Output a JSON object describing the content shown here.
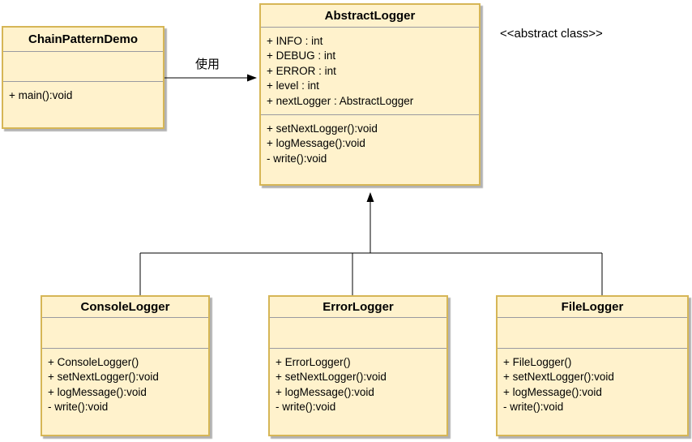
{
  "labels": {
    "use": "使用",
    "stereotype": "<<abstract class>>"
  },
  "colors": {
    "box_fill": "#FFF2CC",
    "box_border": "#D6B656",
    "separator": "#9A9AA0",
    "connector": "#000000"
  },
  "classes": {
    "chain_pattern_demo": {
      "title": "ChainPatternDemo",
      "attributes": [],
      "methods": [
        "+ main():void"
      ]
    },
    "abstract_logger": {
      "title": "AbstractLogger",
      "attributes": [
        "+ INFO : int",
        "+ DEBUG : int",
        "+ ERROR : int",
        "+ level : int",
        "+ nextLogger : AbstractLogger"
      ],
      "methods": [
        "+ setNextLogger():void",
        "+ logMessage():void",
        "- write():void"
      ]
    },
    "console_logger": {
      "title": "ConsoleLogger",
      "attributes": [],
      "methods": [
        "+ ConsoleLogger()",
        "+ setNextLogger():void",
        "+ logMessage():void",
        "- write():void"
      ]
    },
    "error_logger": {
      "title": "ErrorLogger",
      "attributes": [],
      "methods": [
        "+ ErrorLogger()",
        "+ setNextLogger():void",
        "+ logMessage():void",
        "- write():void"
      ]
    },
    "file_logger": {
      "title": "FileLogger",
      "attributes": [],
      "methods": [
        "+ FileLogger()",
        "+ setNextLogger():void",
        "+ logMessage():void",
        "- write():void"
      ]
    }
  },
  "relations": [
    {
      "from": "ChainPatternDemo",
      "to": "AbstractLogger",
      "type": "dependency-arrow",
      "label": "使用"
    },
    {
      "from": "ConsoleLogger",
      "to": "AbstractLogger",
      "type": "generalization"
    },
    {
      "from": "ErrorLogger",
      "to": "AbstractLogger",
      "type": "generalization"
    },
    {
      "from": "FileLogger",
      "to": "AbstractLogger",
      "type": "generalization"
    }
  ]
}
